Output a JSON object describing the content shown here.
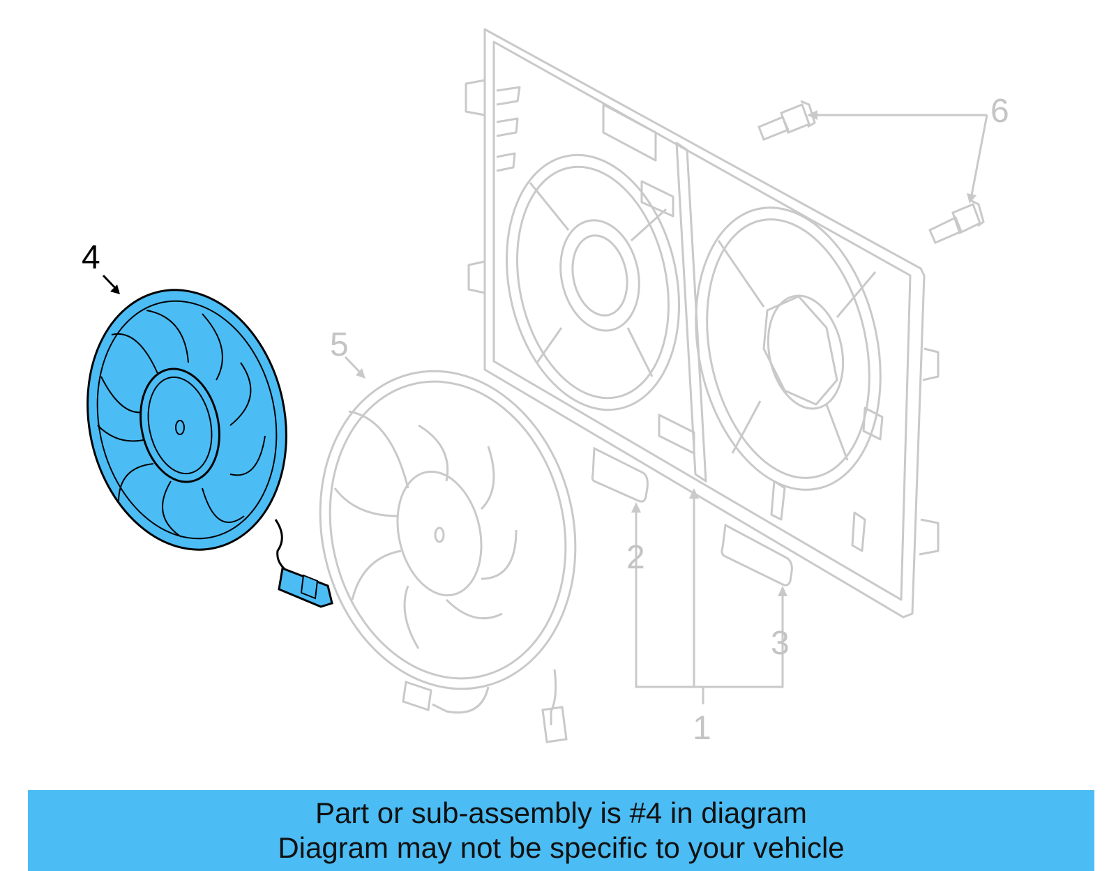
{
  "diagram": {
    "callouts": {
      "c1": "1",
      "c2": "2",
      "c3": "3",
      "c4": "4",
      "c5": "5",
      "c6": "6"
    },
    "highlighted_part": "4",
    "colors": {
      "highlight_fill": "#4cbcf4",
      "highlight_stroke": "#000000",
      "ghost_stroke": "#c9c9c9",
      "banner_bg": "#4cbcf4"
    }
  },
  "banner": {
    "line1": "Part or sub-assembly is #4 in diagram",
    "line2": "Diagram may not be specific to your vehicle"
  }
}
